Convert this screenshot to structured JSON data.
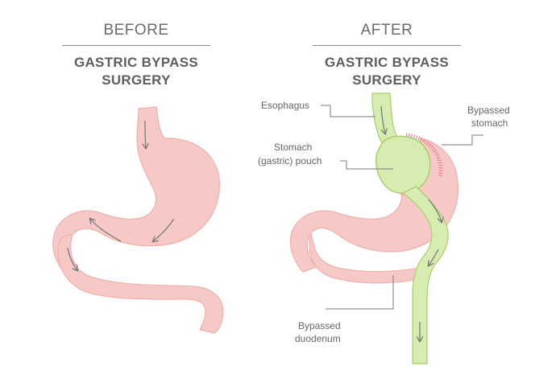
{
  "before": {
    "phase": "BEFORE",
    "title_line1": "GASTRIC BYPASS",
    "title_line2": "SURGERY"
  },
  "after": {
    "phase": "AFTER",
    "title_line1": "GASTRIC BYPASS",
    "title_line2": "SURGERY"
  },
  "labels": {
    "esophagus": "Esophagus",
    "bypassed_stomach_1": "Bypassed",
    "bypassed_stomach_2": "stomach",
    "pouch_1": "Stomach",
    "pouch_2": "(gastric) pouch",
    "duodenum_1": "Bypassed",
    "duodenum_2": "duodenum"
  },
  "colors": {
    "stomach_fill": "#f7c9c6",
    "stomach_stroke": "#eeb0ac",
    "pouch_fill": "#d7ecb0",
    "pouch_stroke": "#a8cf6a",
    "staple_color": "#e8838e",
    "arrow_color": "#7a7a7a"
  }
}
